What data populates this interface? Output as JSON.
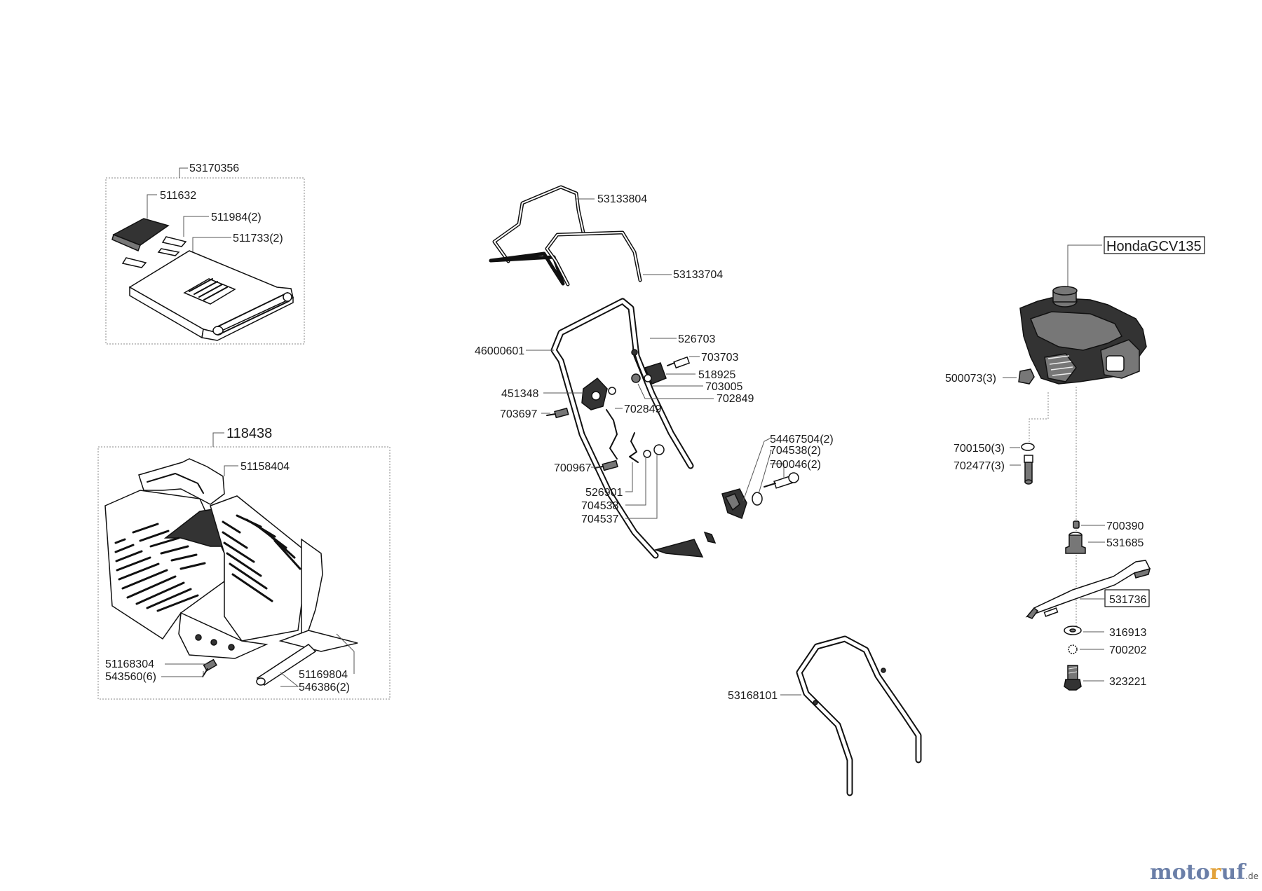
{
  "labels": {
    "p53170356": "53170356",
    "p511632": "511632",
    "p511984": "511984(2)",
    "p511733": "511733(2)",
    "p118438": "118438",
    "p51158404": "51158404",
    "p51168304": "51168304",
    "p543560": "543560(6)",
    "p51169804": "51169804",
    "p546386": "546386(2)",
    "p53133804": "53133804",
    "p53133704": "53133704",
    "p46000601": "46000601",
    "p526703": "526703",
    "p703703": "703703",
    "p518925": "518925",
    "p703005": "703005",
    "p702849a": "702849",
    "p451348": "451348",
    "p702849b": "702849",
    "p703697": "703697",
    "p54467504": "54467504(2)",
    "p704538_2": "704538(2)",
    "p700046": "700046(2)",
    "p700967": "700967",
    "p526901": "526901",
    "p704538": "704538",
    "p704537": "704537",
    "p53168101": "53168101",
    "engine": "HondaGCV135",
    "p500073": "500073(3)",
    "p700150": "700150(3)",
    "p702477": "702477(3)",
    "p700390": "700390",
    "p531685": "531685",
    "p531736": "531736",
    "p316913": "316913",
    "p700202": "700202",
    "p323221": "323221"
  },
  "logo": {
    "part1": "moto",
    "part2": "r",
    "part3": "uf",
    "tld": ".de"
  },
  "colors": {
    "logo_blue": "#6b7fa8",
    "logo_orange": "#e2a23a"
  }
}
